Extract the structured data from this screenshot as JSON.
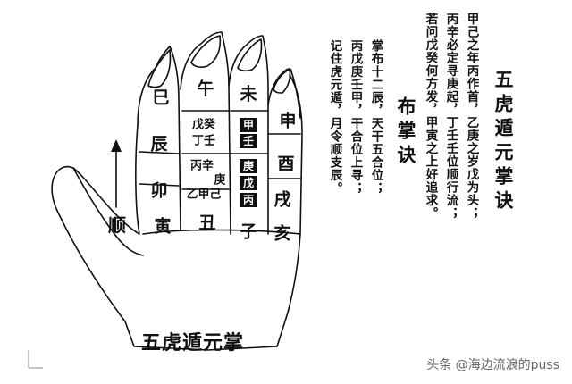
{
  "poem": {
    "title": "五虎遁元掌诀",
    "lines": [
      "甲己之年丙作首，乙庚之岁戊为头；",
      "丙辛必定寻庚起，丁壬壬位顺行流；",
      "若问戊癸何方发，甲寅之上好追求。"
    ]
  },
  "rule": {
    "title": "布掌诀",
    "lines": [
      "掌布十二辰，天干五合位；",
      "丙戊庚壬甲，干合位上寻；",
      "记住虎元遁，月令顺支辰。"
    ]
  },
  "hand": {
    "branches": {
      "si": "巳",
      "wu": "午",
      "wei": "未",
      "shen": "申",
      "chen": "辰",
      "you": "酉",
      "mao": "卯",
      "xu": "戌",
      "yin": "寅",
      "chou": "丑",
      "zi": "子",
      "hai": "亥"
    },
    "pairs": {
      "wu_top": "戊癸",
      "wu_bottom": "丁壬",
      "chou_top": "丙辛",
      "chou_right": "庚",
      "chou_bottom": "乙甲己"
    },
    "badges": [
      "甲",
      "壬",
      "庚",
      "戊",
      "丙"
    ],
    "direction_label": "顺",
    "caption": "五虎遁元掌"
  },
  "watermark": "头条 @海边流浪的puss"
}
